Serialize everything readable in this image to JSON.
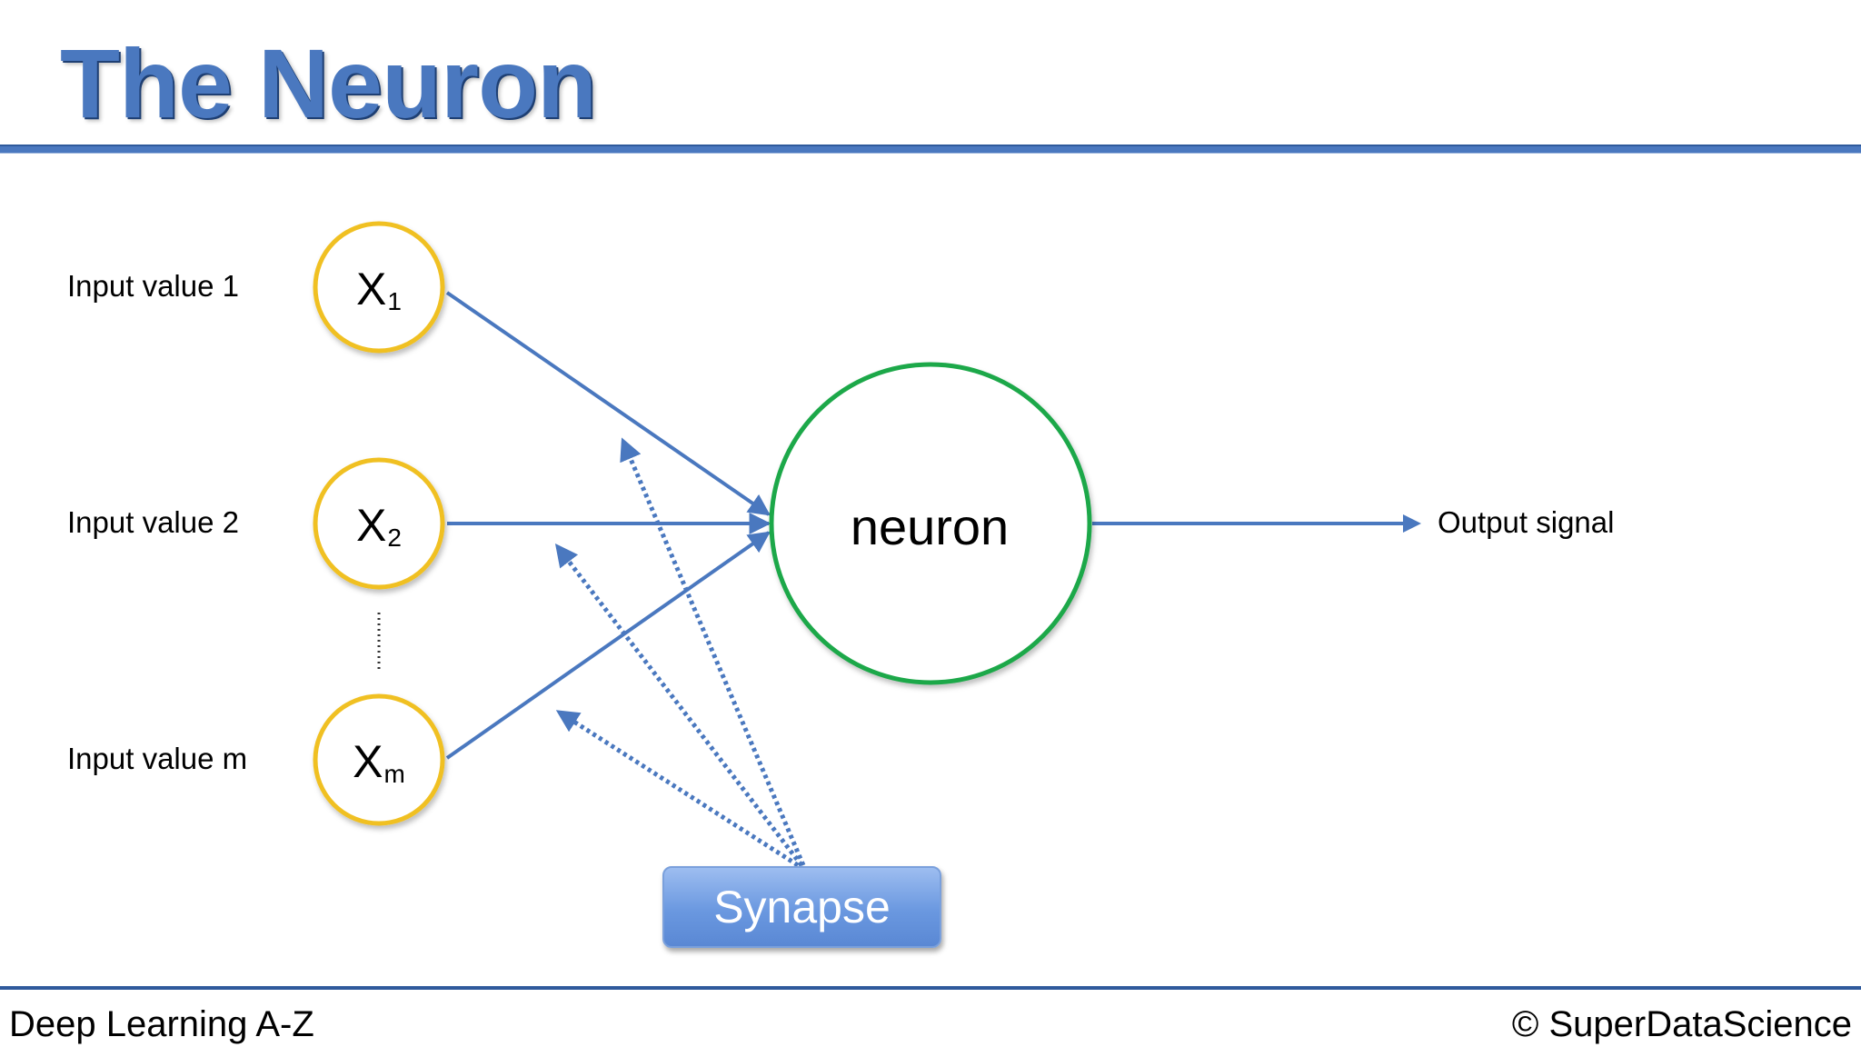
{
  "slide": {
    "title": "The Neuron"
  },
  "inputs": [
    {
      "label": "Input value 1",
      "symbol": "X",
      "subscript": "1"
    },
    {
      "label": "Input value 2",
      "symbol": "X",
      "subscript": "2"
    },
    {
      "label": "Input value m",
      "symbol": "X",
      "subscript": "m"
    }
  ],
  "neuron": {
    "label": "neuron"
  },
  "output": {
    "label": "Output signal"
  },
  "synapse": {
    "label": "Synapse"
  },
  "footer": {
    "left": "Deep Learning A-Z",
    "right": "© SuperDataScience"
  },
  "colors": {
    "title": "#4a78bf",
    "input_circle": "#f0c020",
    "neuron_circle": "#1ea84a",
    "arrow": "#4a78bf",
    "synapse_box": "#6a98e0"
  }
}
